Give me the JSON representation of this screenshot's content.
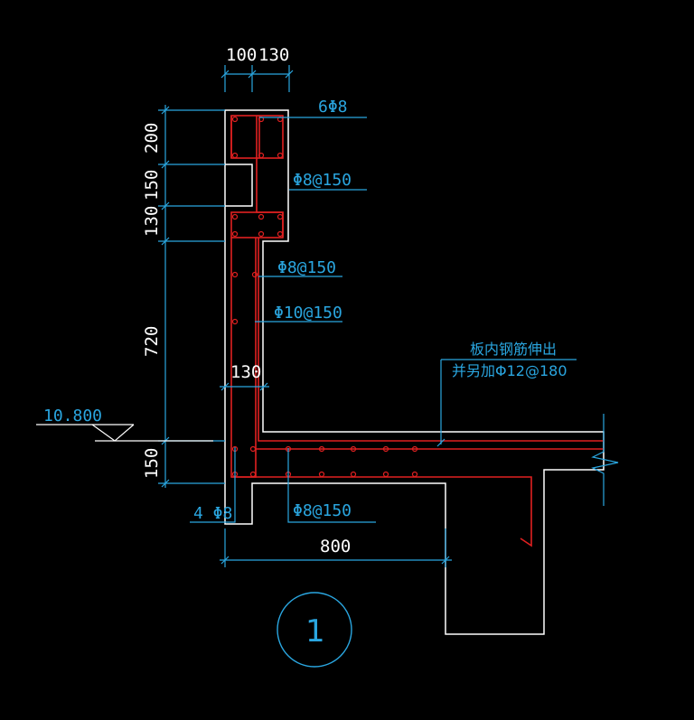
{
  "colors": {
    "background": "#000000",
    "dimension_line": "#2aa6e0",
    "rebar": "#e02020",
    "concrete_outline": "#ffffff",
    "leader": "#2aa6e0"
  },
  "dimensions": {
    "top_left": "100",
    "top_right": "130",
    "v_200": "200",
    "v_150_top": "150",
    "v_130": "130",
    "v_720": "720",
    "v_150_bottom": "150",
    "inner_130": "130",
    "bottom_800": "800"
  },
  "labels": {
    "top_bars": "6Φ8",
    "stirrup_1": "Φ8@150",
    "stirrup_2": "Φ8@150",
    "wall_bars": "Φ10@150",
    "slab_note_line1": "板内钢筋伸出",
    "slab_note_line2": "并另加Φ12@180",
    "bottom_bars": "4 Φ8",
    "bottom_stirrup": "Φ8@150",
    "elevation": "10.800",
    "detail_number": "1"
  }
}
